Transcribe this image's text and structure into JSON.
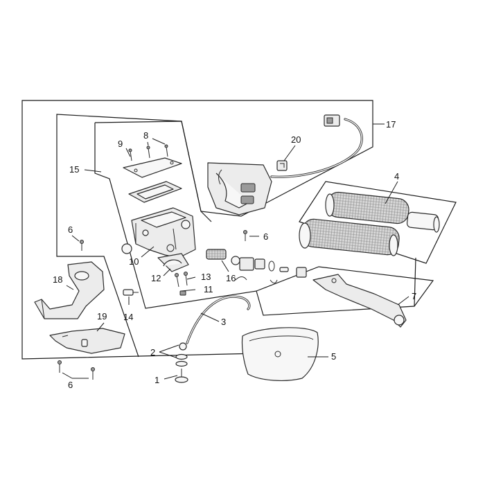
{
  "diagram": {
    "callouts": [
      {
        "id": "1",
        "label": "1"
      },
      {
        "id": "2",
        "label": "2"
      },
      {
        "id": "3",
        "label": "3"
      },
      {
        "id": "4",
        "label": "4"
      },
      {
        "id": "5",
        "label": "5"
      },
      {
        "id": "6a",
        "label": "6"
      },
      {
        "id": "6b",
        "label": "6"
      },
      {
        "id": "6c",
        "label": "6"
      },
      {
        "id": "7",
        "label": "7"
      },
      {
        "id": "8",
        "label": "8"
      },
      {
        "id": "9",
        "label": "9"
      },
      {
        "id": "10",
        "label": "10"
      },
      {
        "id": "11",
        "label": "11"
      },
      {
        "id": "12",
        "label": "12"
      },
      {
        "id": "13",
        "label": "13"
      },
      {
        "id": "14",
        "label": "14"
      },
      {
        "id": "15",
        "label": "15"
      },
      {
        "id": "16",
        "label": "16"
      },
      {
        "id": "17",
        "label": "17"
      },
      {
        "id": "18",
        "label": "18"
      },
      {
        "id": "19",
        "label": "19"
      },
      {
        "id": "20",
        "label": "20"
      }
    ]
  }
}
